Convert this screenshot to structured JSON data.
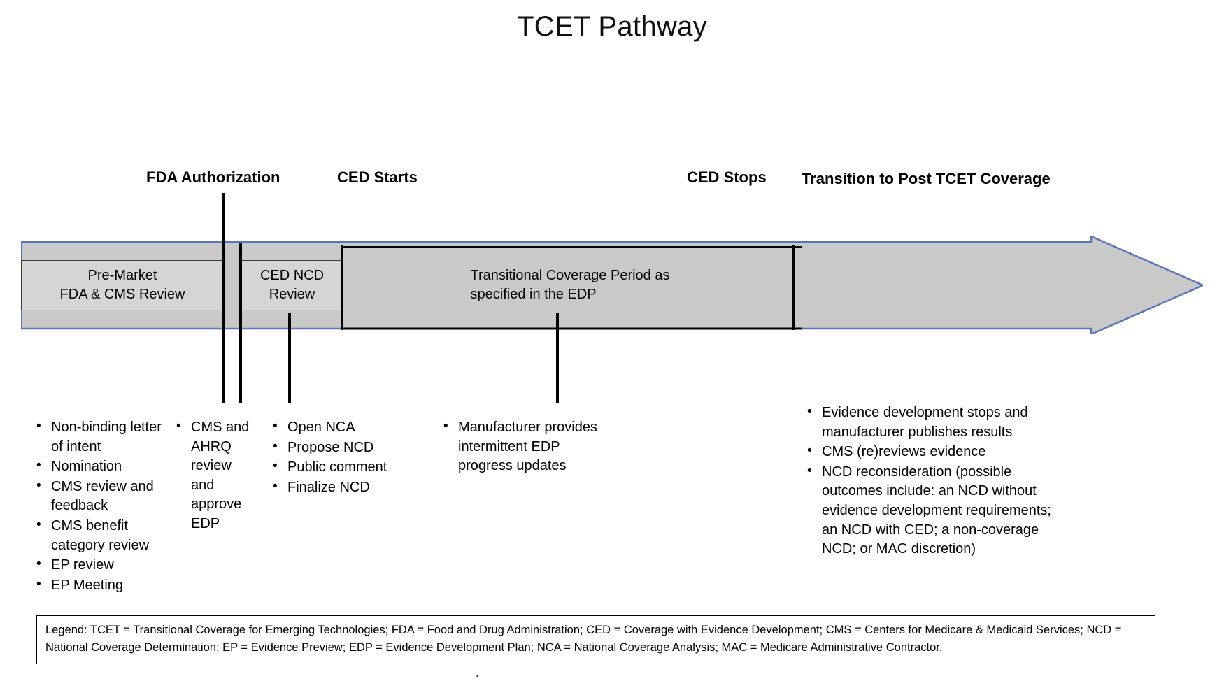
{
  "title": "TCET Pathway",
  "colors": {
    "band_fill": "#d5d5d5",
    "band_stroke": "#3d3d3d",
    "arrow_stroke": "#5b76b7",
    "tick": "#000000",
    "text": "#000000"
  },
  "milestones": [
    {
      "id": "fda-authorization",
      "label": "FDA Authorization"
    },
    {
      "id": "ced-starts",
      "label": "CED Starts"
    },
    {
      "id": "ced-stops",
      "label": "CED Stops"
    },
    {
      "id": "transition-post-tcet",
      "label": "Transition to Post TCET Coverage"
    }
  ],
  "phases": [
    {
      "id": "pre-market",
      "line1": "Pre-Market",
      "line2": "FDA & CMS Review"
    },
    {
      "id": "ced-ncd-review",
      "line1": "CED NCD",
      "line2": "Review"
    },
    {
      "id": "transitional-coverage",
      "line1": "Transitional Coverage Period as",
      "line2": "specified in the EDP"
    }
  ],
  "bullet_groups": [
    {
      "id": "pre-market-activities",
      "items": [
        "Non-binding letter of intent",
        "Nomination",
        "CMS review and feedback",
        "CMS benefit category review",
        "EP review",
        "EP Meeting"
      ]
    },
    {
      "id": "edp-approval-activities",
      "items": [
        "CMS and AHRQ review and approve EDP"
      ]
    },
    {
      "id": "ncd-process-activities",
      "items": [
        "Open NCA",
        "Propose NCD",
        "Public comment",
        "Finalize NCD"
      ]
    },
    {
      "id": "coverage-period-activities",
      "items": [
        "Manufacturer provides intermittent EDP progress updates"
      ]
    },
    {
      "id": "post-tcet-activities",
      "items": [
        "Evidence development stops and manufacturer publishes results",
        "CMS (re)reviews evidence",
        "NCD reconsideration (possible outcomes include: an NCD without evidence development requirements; an NCD with CED; a non-coverage NCD; or MAC discretion)"
      ]
    }
  ],
  "legend": {
    "text": "Legend:  TCET = Transitional Coverage for Emerging Technologies; FDA = Food and Drug Administration; CED = Coverage with Evidence Development; CMS = Centers for Medicare & Medicaid Services; NCD = National Coverage Determination; EP = Evidence Preview; EDP = Evidence Development Plan; NCA = National Coverage Analysis; MAC = Medicare Administrative Contractor.",
    "trailing_mark": "."
  }
}
